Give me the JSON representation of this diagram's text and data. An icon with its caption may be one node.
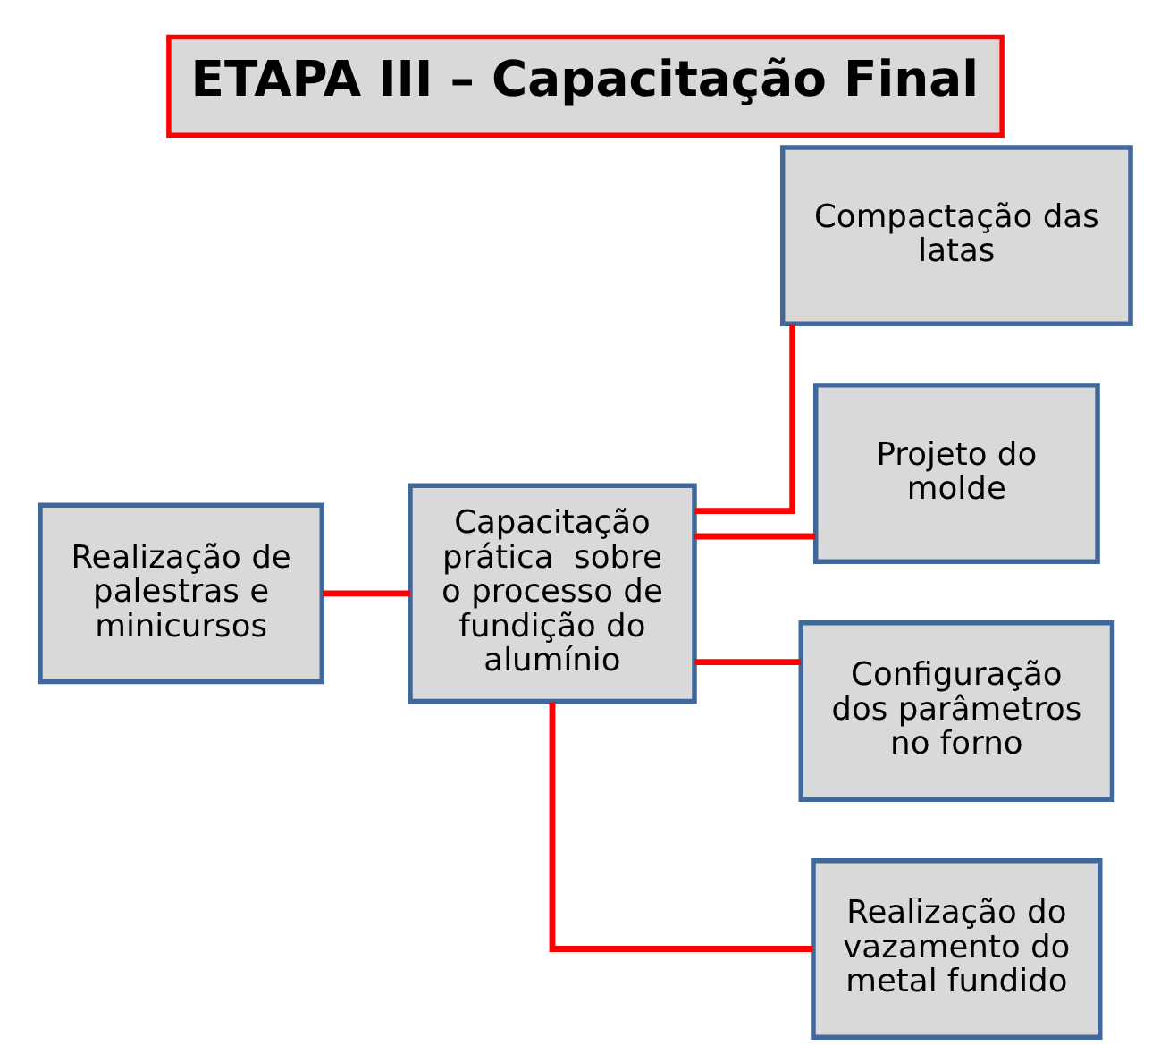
{
  "diagram": {
    "title": "ETAPA III – Capacitação Final",
    "nodes": [
      {
        "text": [
          "Realização de palestras e minicursos"
        ]
      },
      {
        "text": [
          "Capacitação prática  sobre o processo de fundição do alumínio"
        ]
      },
      {
        "text": [
          "Compactação das latas"
        ]
      },
      {
        "text": [
          "Projeto do molde"
        ]
      },
      {
        "text": [
          "Configuração dos parâmetros no forno"
        ]
      },
      {
        "text": [
          "Realização do vazamento do metal fundido"
        ]
      }
    ],
    "edges": [
      {
        "from": 0,
        "to": 1,
        "arrow": "none"
      },
      {
        "from": 1,
        "to": 2,
        "arrow": "none"
      },
      {
        "from": 1,
        "to": 3,
        "arrow": "none"
      },
      {
        "from": 1,
        "to": 4,
        "arrow": "none"
      },
      {
        "from": 1,
        "to": 5,
        "arrow": "none"
      }
    ]
  }
}
